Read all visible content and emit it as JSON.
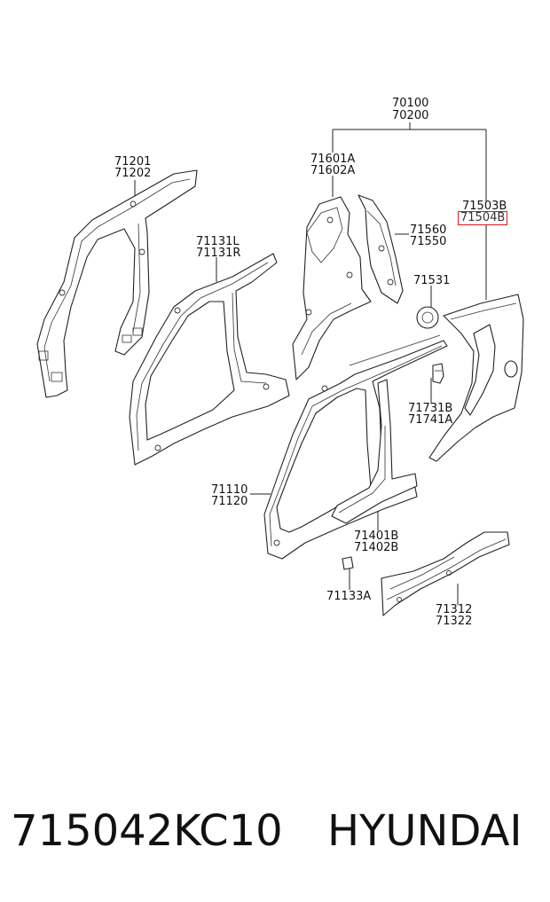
{
  "diagram": {
    "labels": {
      "l70100": "70100",
      "l70200": "70200",
      "l71201": "71201",
      "l71202": "71202",
      "l71131L": "71131L",
      "l71131R": "71131R",
      "l71601A": "71601A",
      "l71602A": "71602A",
      "l71560": "71560",
      "l71550": "71550",
      "l71503B": "71503B",
      "l71504B": "71504B",
      "l71531": "71531",
      "l71731B": "71731B",
      "l71741A": "71741A",
      "l71110": "71110",
      "l71120": "71120",
      "l71401B": "71401B",
      "l71402B": "71402B",
      "l71133A": "71133A",
      "l71312": "71312",
      "l71322": "71322"
    },
    "highlight_color": "#d8181e"
  },
  "footer": {
    "part_number": "715042KC10",
    "brand": "HYUNDAI"
  }
}
